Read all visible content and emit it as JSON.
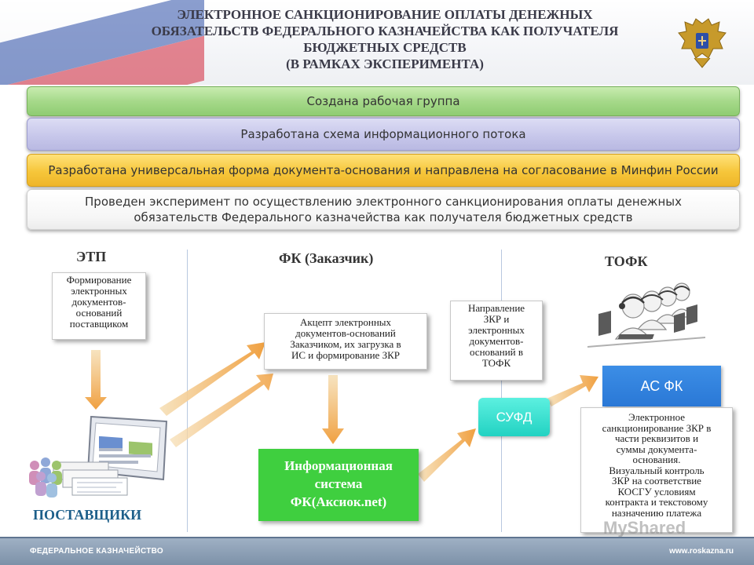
{
  "header": {
    "title_lines": [
      "ЭЛЕКТРОННОЕ САНКЦИОНИРОВАНИЕ ОПЛАТЫ ДЕНЕЖНЫХ",
      "ОБЯЗАТЕЛЬСТВ ФЕДЕРАЛЬНОГО КАЗНАЧЕЙСТВА КАК ПОЛУЧАТЕЛЯ",
      "БЮДЖЕТНЫХ СРЕДСТВ",
      "(В РАМКАХ ЭКСПЕРИМЕНТА)"
    ],
    "flag_colors": [
      "#ffffff",
      "#2d4fa8",
      "#d3263a"
    ],
    "emblem_icon": "double-headed-eagle-emblem"
  },
  "bands": [
    {
      "lines": [
        "Создана рабочая группа"
      ],
      "color": "#a6d98a"
    },
    {
      "lines": [
        "Разработана схема информационного потока"
      ],
      "color": "#c6c6ea"
    },
    {
      "lines": [
        "Разработана универсальная форма документа-основания и направлена на согласование в Минфин России"
      ],
      "color": "#f6c63a"
    },
    {
      "lines": [
        "Проведен эксперимент по осуществлению электронного санкционирования оплаты денежных",
        "обязательств Федерального казначейства как получателя бюджетных средств"
      ],
      "color": "#f6f6f6"
    }
  ],
  "columns": {
    "etp": "ЭТП",
    "fk": "ФК (Заказчик)",
    "tofk": "ТОФК",
    "suppliers": "ПОСТАВЩИКИ"
  },
  "notes": {
    "etp": [
      "Формирование",
      "электронных",
      "документов-",
      "оснований",
      "поставщиком"
    ],
    "accept": [
      "Акцепт электронных",
      "документов-оснований",
      "Заказчиком, их  загрузка в",
      "ИС и формирование ЗКР"
    ],
    "send": [
      "Направление",
      "ЗКР и",
      "электронных",
      "документов-",
      "оснований в",
      "ТОФК"
    ],
    "right": [
      "Электронное",
      "санкционирование  ЗКР в",
      "части реквизитов и",
      "суммы документа-",
      "основания.",
      "Визуальный контроль",
      "ЗКР на соответствие",
      "КОСГУ условиям",
      "контракта и текстовому",
      "назначению платежа"
    ]
  },
  "boxes": {
    "is_lines": [
      "Информационная",
      "система",
      "ФК(Аксиок.net)"
    ],
    "is_color": "#3fcf3f",
    "sufd": "СУФД",
    "sufd_color": "#22d2c2",
    "asfk": "АС ФК",
    "asfk_color": "#2a78d6"
  },
  "icons": {
    "monitor": "documents-monitor-icon",
    "people": "suppliers-people-icon",
    "operators": "call-center-operators-icon",
    "arrow_color": "#f0a040"
  },
  "footer": {
    "left": "ФЕДЕРАЛЬНОЕ КАЗНАЧЕЙСТВО",
    "right": "www.roskazna.ru"
  },
  "watermark": "MyShared"
}
